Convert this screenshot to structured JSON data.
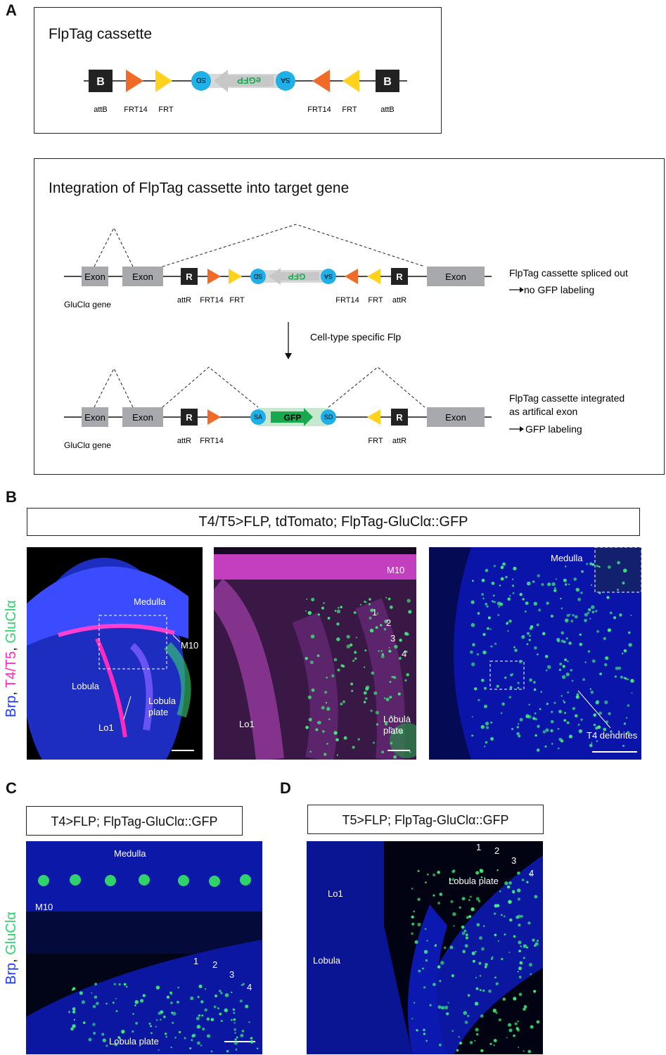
{
  "panel_letters": {
    "a": "A",
    "b": "B",
    "c": "C",
    "d": "D"
  },
  "panelA": {
    "box1_title": "FlpTag cassette",
    "box1_labels": {
      "attb_left": "attB",
      "frt14_left": "FRT14",
      "frt_left": "FRT",
      "frt14_right": "FRT14",
      "frt_right": "FRT",
      "attb_right": "attB"
    },
    "box1_blocks": {
      "b_left": "B",
      "b_right": "B",
      "sd": "SD",
      "sa": "SA",
      "egfp": "eGFP"
    },
    "box2_title": "Integration of FlpTag cassette into target gene",
    "row1": {
      "exon1": "Exon",
      "exon2": "Exon",
      "exon3": "Exon",
      "r_left": "R",
      "r_right": "R",
      "sd": "SD",
      "sa": "SA",
      "gfp": "GFP",
      "gene_label": "GluClα gene",
      "attr_left": "attR",
      "frt14_left": "FRT14",
      "frt_left": "FRT",
      "frt14_right": "FRT14",
      "frt_right": "FRT",
      "attr_right": "attR",
      "note_line1": "FlpTag cassette spliced out",
      "note_line2": "no GFP labeling"
    },
    "flp_label": "Cell-type specific Flp",
    "row2": {
      "exon1": "Exon",
      "exon2": "Exon",
      "exon3": "Exon",
      "r_left": "R",
      "r_right": "R",
      "sa": "SA",
      "gfp": "GFP",
      "sd": "SD",
      "gene_label": "GluClα gene",
      "attr_left": "attR",
      "frt14": "FRT14",
      "frt": "FRT",
      "attr_right": "attR",
      "note_line1": "FlpTag cassette integrated",
      "note_line2": "as artifical exon",
      "note_line3": "GFP labeling"
    }
  },
  "panelB": {
    "header": "T4/T5>FLP, tdTomato; FlpTag-GluClα::GFP",
    "side_brp": "Brp",
    "side_sep1": ", ",
    "side_t4t5": "T4/T5",
    "side_sep2": ", ",
    "side_glucla": "GluClα",
    "img1": {
      "medulla": "Medulla",
      "m10": "M10",
      "lobula": "Lobula",
      "lobula_plate_1": "Lobula",
      "lobula_plate_2": "plate",
      "lo1": "Lo1"
    },
    "img2": {
      "m10": "M10",
      "n1": "1",
      "n2": "2",
      "n3": "3",
      "n4": "4",
      "lo1": "Lo1",
      "lobula_plate_1": "Lobula",
      "lobula_plate_2": "plate"
    },
    "img3": {
      "medulla": "Medulla",
      "t4_dendrites": "T4 dendrites"
    }
  },
  "panelC": {
    "header": "T4>FLP; FlpTag-GluClα::GFP",
    "side_brp": "Brp",
    "side_sep": ", ",
    "side_glucla": "GluClα",
    "labels": {
      "medulla": "Medulla",
      "m10": "M10",
      "n1": "1",
      "n2": "2",
      "n3": "3",
      "n4": "4",
      "lobula_plate": "Lobula plate"
    }
  },
  "panelD": {
    "header": "T5>FLP; FlpTag-GluClα::GFP",
    "labels": {
      "n1": "1",
      "n2": "2",
      "n3": "3",
      "n4": "4",
      "lobula_plate": "Lobula plate",
      "lo1": "Lo1",
      "lobula": "Lobula"
    }
  },
  "colors": {
    "frt14": "#f06a28",
    "frt": "#ffd21f",
    "sdsa": "#1fb0e8",
    "gfp": "#1aa84f",
    "exon": "#a7a9ac",
    "brp": "#1b38ff",
    "t4t5": "#ff2bbf",
    "glucla": "#2fd36a"
  }
}
